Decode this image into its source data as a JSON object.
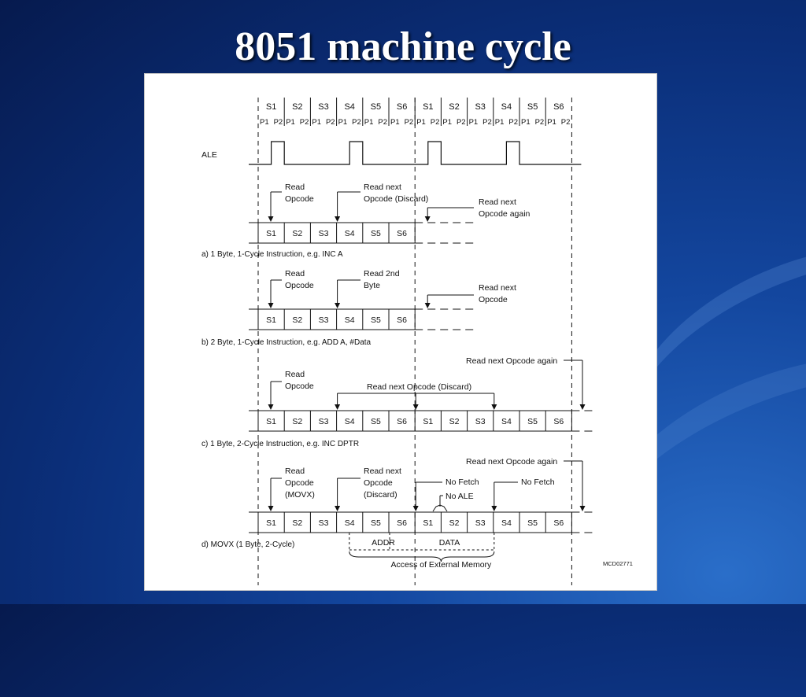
{
  "slide": {
    "title": "8051 machine cycle"
  },
  "diagram": {
    "header_states": [
      "S1",
      "S2",
      "S3",
      "S4",
      "S5",
      "S6",
      "S1",
      "S2",
      "S3",
      "S4",
      "S5",
      "S6"
    ],
    "phase_labels": [
      "P1",
      "P2"
    ],
    "ale_label": "ALE",
    "state_labels": [
      "S1",
      "S2",
      "S3",
      "S4",
      "S5",
      "S6"
    ],
    "sections": {
      "a": {
        "caption": "a) 1 Byte, 1-Cycle Instruction, e.g. INC A",
        "read_opcode": [
          "Read",
          "Opcode"
        ],
        "read_next": [
          "Read next",
          "Opcode (Discard)"
        ],
        "read_next_again": [
          "Read next",
          "Opcode again"
        ]
      },
      "b": {
        "caption": "b) 2 Byte, 1-Cycle Instruction, e.g. ADD A, #Data",
        "read_opcode": [
          "Read",
          "Opcode"
        ],
        "read_2nd": [
          "Read 2nd",
          "Byte"
        ],
        "read_next": [
          "Read next",
          "Opcode"
        ]
      },
      "c": {
        "caption": "c) 1 Byte, 2-Cycle Instruction, e.g. INC DPTR",
        "read_opcode": [
          "Read",
          "Opcode"
        ],
        "read_next_discard": "Read next Opcode (Discard)",
        "read_next_again": "Read next Opcode again"
      },
      "d": {
        "caption": "d) MOVX (1 Byte, 2-Cycle)",
        "read_opcode": [
          "Read",
          "Opcode",
          "(MOVX)"
        ],
        "read_next": [
          "Read next",
          "Opcode",
          "(Discard)"
        ],
        "read_next_again": "Read next Opcode again",
        "no_fetch_1": "No Fetch",
        "no_ale": "No ALE",
        "no_fetch_2": "No Fetch",
        "addr": "ADDR",
        "data": "DATA",
        "access": "Access of External Memory"
      }
    },
    "figure_code": "MCD02771"
  }
}
